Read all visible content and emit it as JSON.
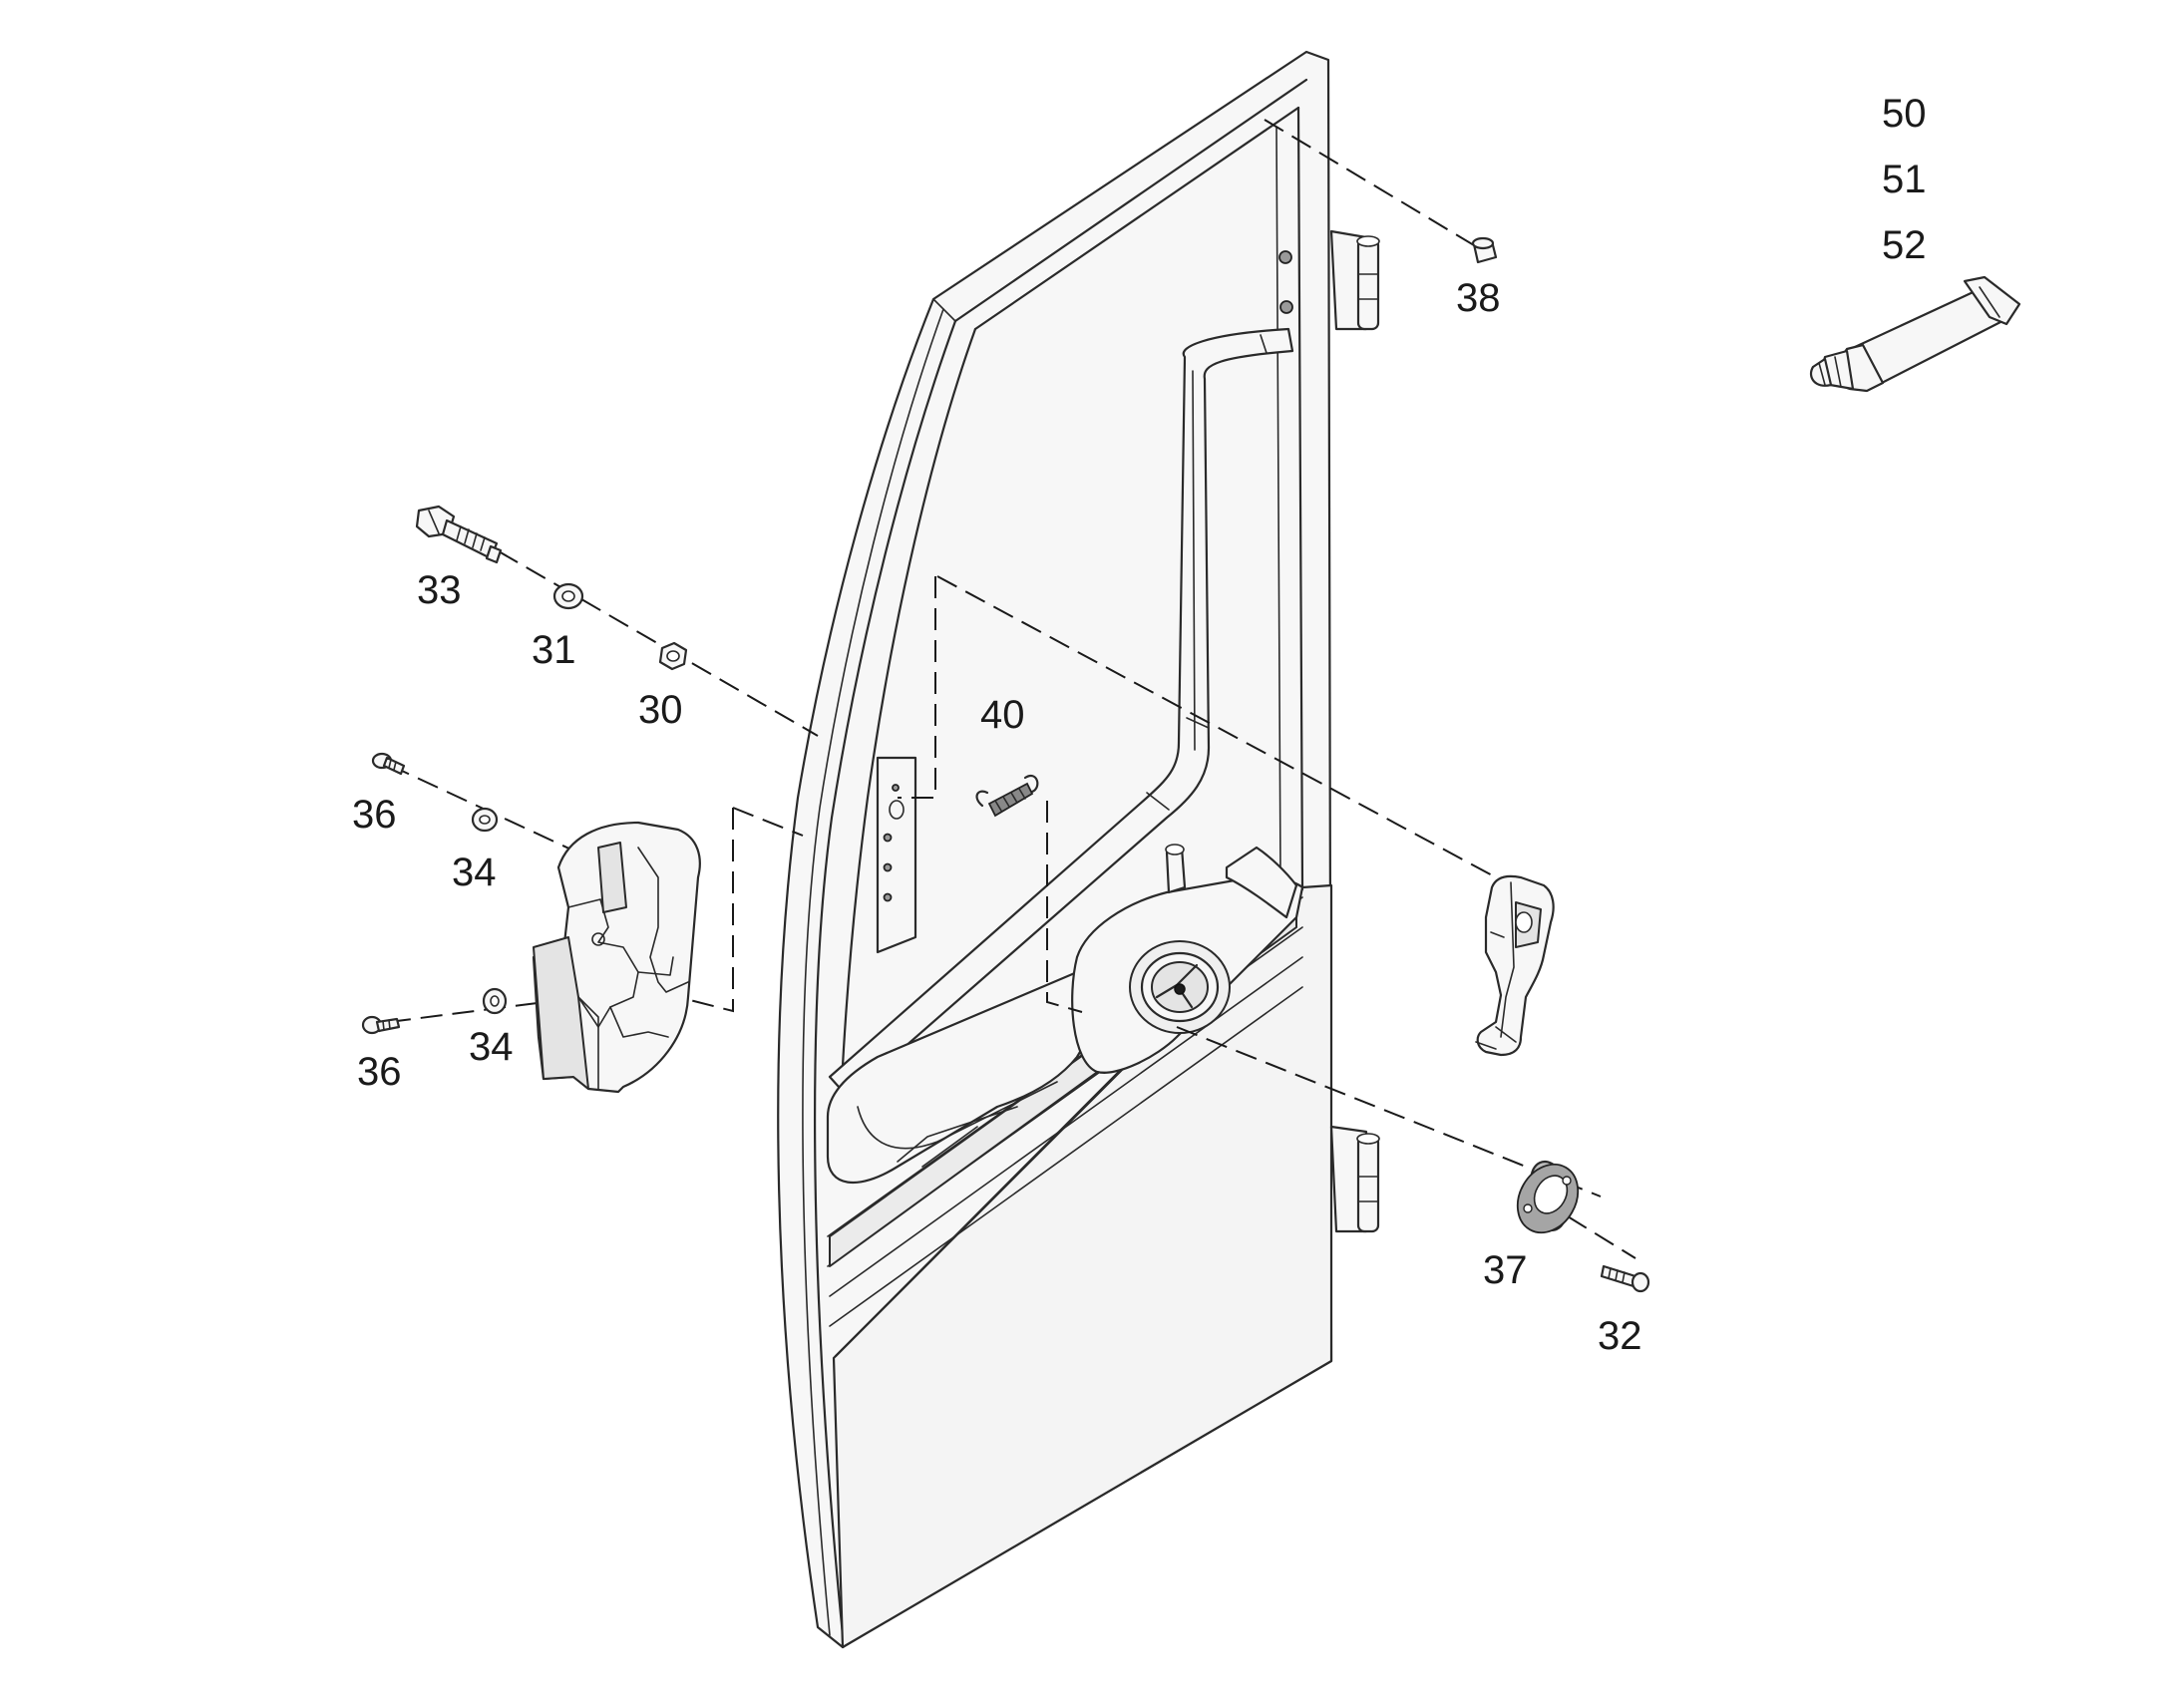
{
  "callouts": {
    "p50": "50",
    "p51": "51",
    "p52": "52",
    "p38": "38",
    "p33": "33",
    "p31": "31",
    "p30": "30",
    "p40": "40",
    "p36a": "36",
    "p34a": "34",
    "p34b": "34",
    "p36b": "36",
    "p37": "37",
    "p32": "32"
  }
}
